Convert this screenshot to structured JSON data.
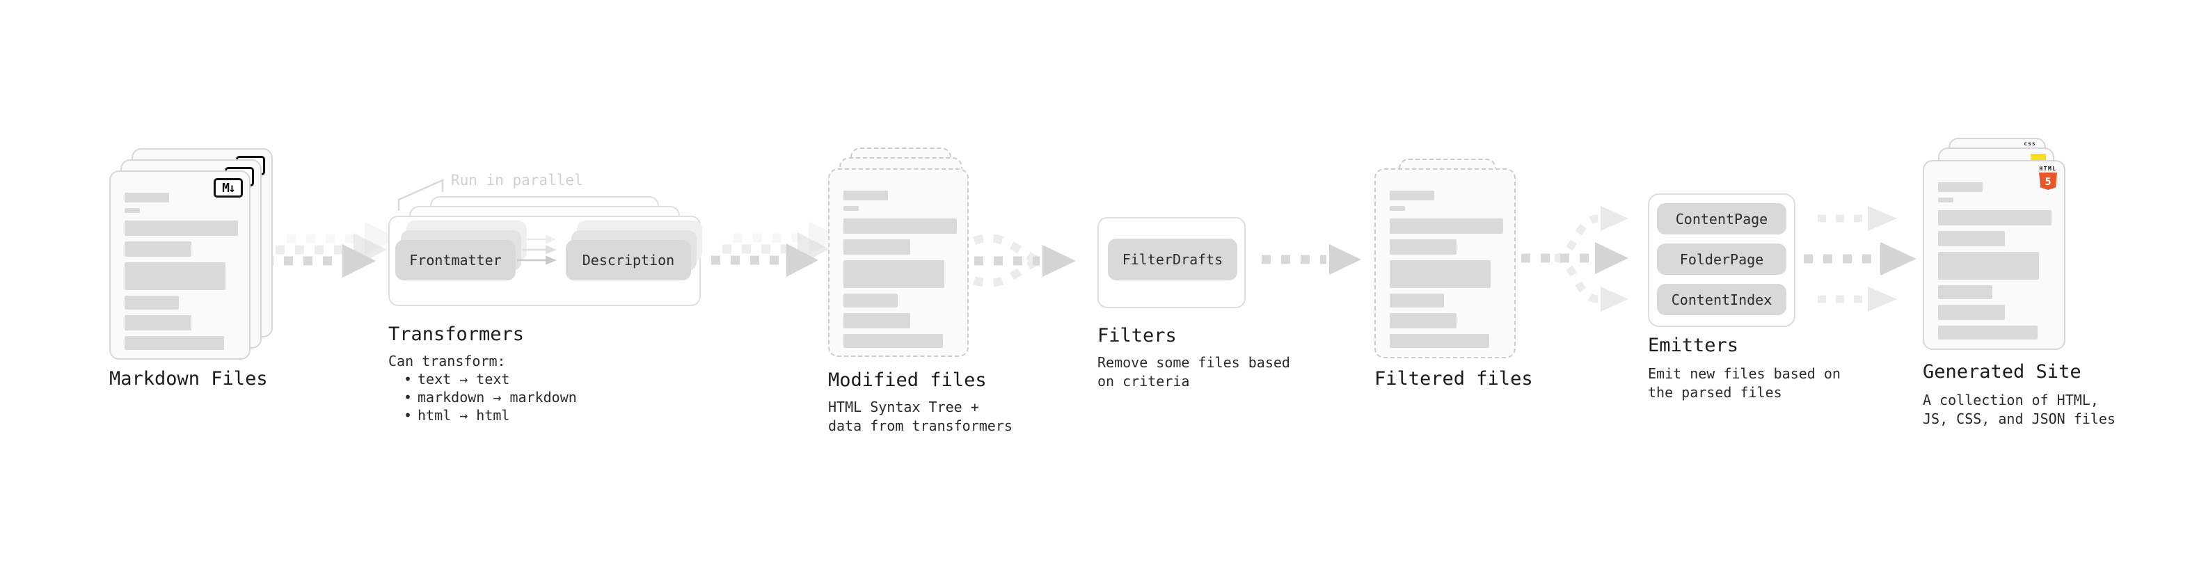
{
  "ui": {
    "bullet": "•"
  },
  "colors": {
    "pill_gray": "#d9d9d9",
    "arrow_gray": "#d8d8d8",
    "html5_orange": "#e8572a",
    "js_yellow": "#f7df1e",
    "css_blue": "#2b66e8"
  },
  "stages": {
    "markdown": {
      "label": "Markdown Files",
      "badge": "M↓"
    },
    "transformers": {
      "label": "Transformers",
      "parallel_note": "Run in parallel",
      "pills": [
        "Frontmatter",
        "Description"
      ],
      "note_title": "Can transform:",
      "bullets": [
        "text → text",
        "markdown → markdown",
        "html → html"
      ]
    },
    "modified": {
      "label": "Modified files",
      "subtitle": "HTML Syntax Tree +\ndata from transformers"
    },
    "filters": {
      "label": "Filters",
      "pill": "FilterDrafts",
      "subtitle": "Remove some files based\non criteria"
    },
    "filtered": {
      "label": "Filtered files"
    },
    "emitters": {
      "label": "Emitters",
      "pills": [
        "ContentPage",
        "FolderPage",
        "ContentIndex"
      ],
      "subtitle": "Emit new files based on\nthe parsed files"
    },
    "generated": {
      "label": "Generated Site",
      "subtitle": "A collection of HTML,\nJS, CSS, and JSON files",
      "badges": {
        "css": "css",
        "html_top": "HTML",
        "html_num": "5"
      }
    }
  }
}
